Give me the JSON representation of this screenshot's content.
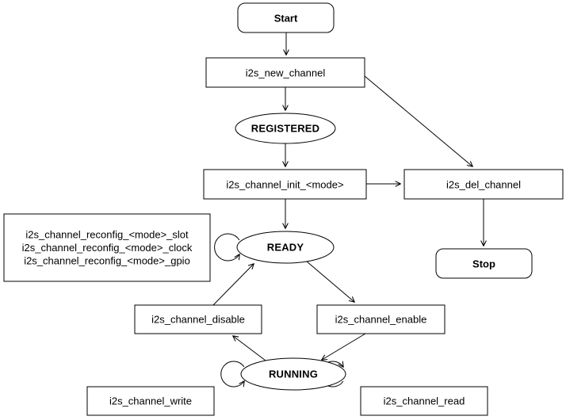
{
  "diagram": {
    "accent_color": "#1565C0",
    "nodes": {
      "start": {
        "label": "Start"
      },
      "new_channel": {
        "label": "i2s_new_channel"
      },
      "registered": {
        "label": "REGISTERED"
      },
      "channel_init": {
        "label": "i2s_channel_init_<mode>"
      },
      "del_channel": {
        "label": "i2s_del_channel"
      },
      "stop": {
        "label": "Stop"
      },
      "reconfig": {
        "lines": [
          "i2s_channel_reconfig_<mode>_slot",
          "i2s_channel_reconfig_<mode>_clock",
          "i2s_channel_reconfig_<mode>_gpio"
        ]
      },
      "ready": {
        "label": "READY"
      },
      "channel_disable": {
        "label": "i2s_channel_disable"
      },
      "channel_enable": {
        "label": "i2s_channel_enable"
      },
      "running": {
        "label": "RUNNING"
      },
      "channel_write": {
        "label": "i2s_channel_write"
      },
      "channel_read": {
        "label": "i2s_channel_read"
      }
    }
  }
}
